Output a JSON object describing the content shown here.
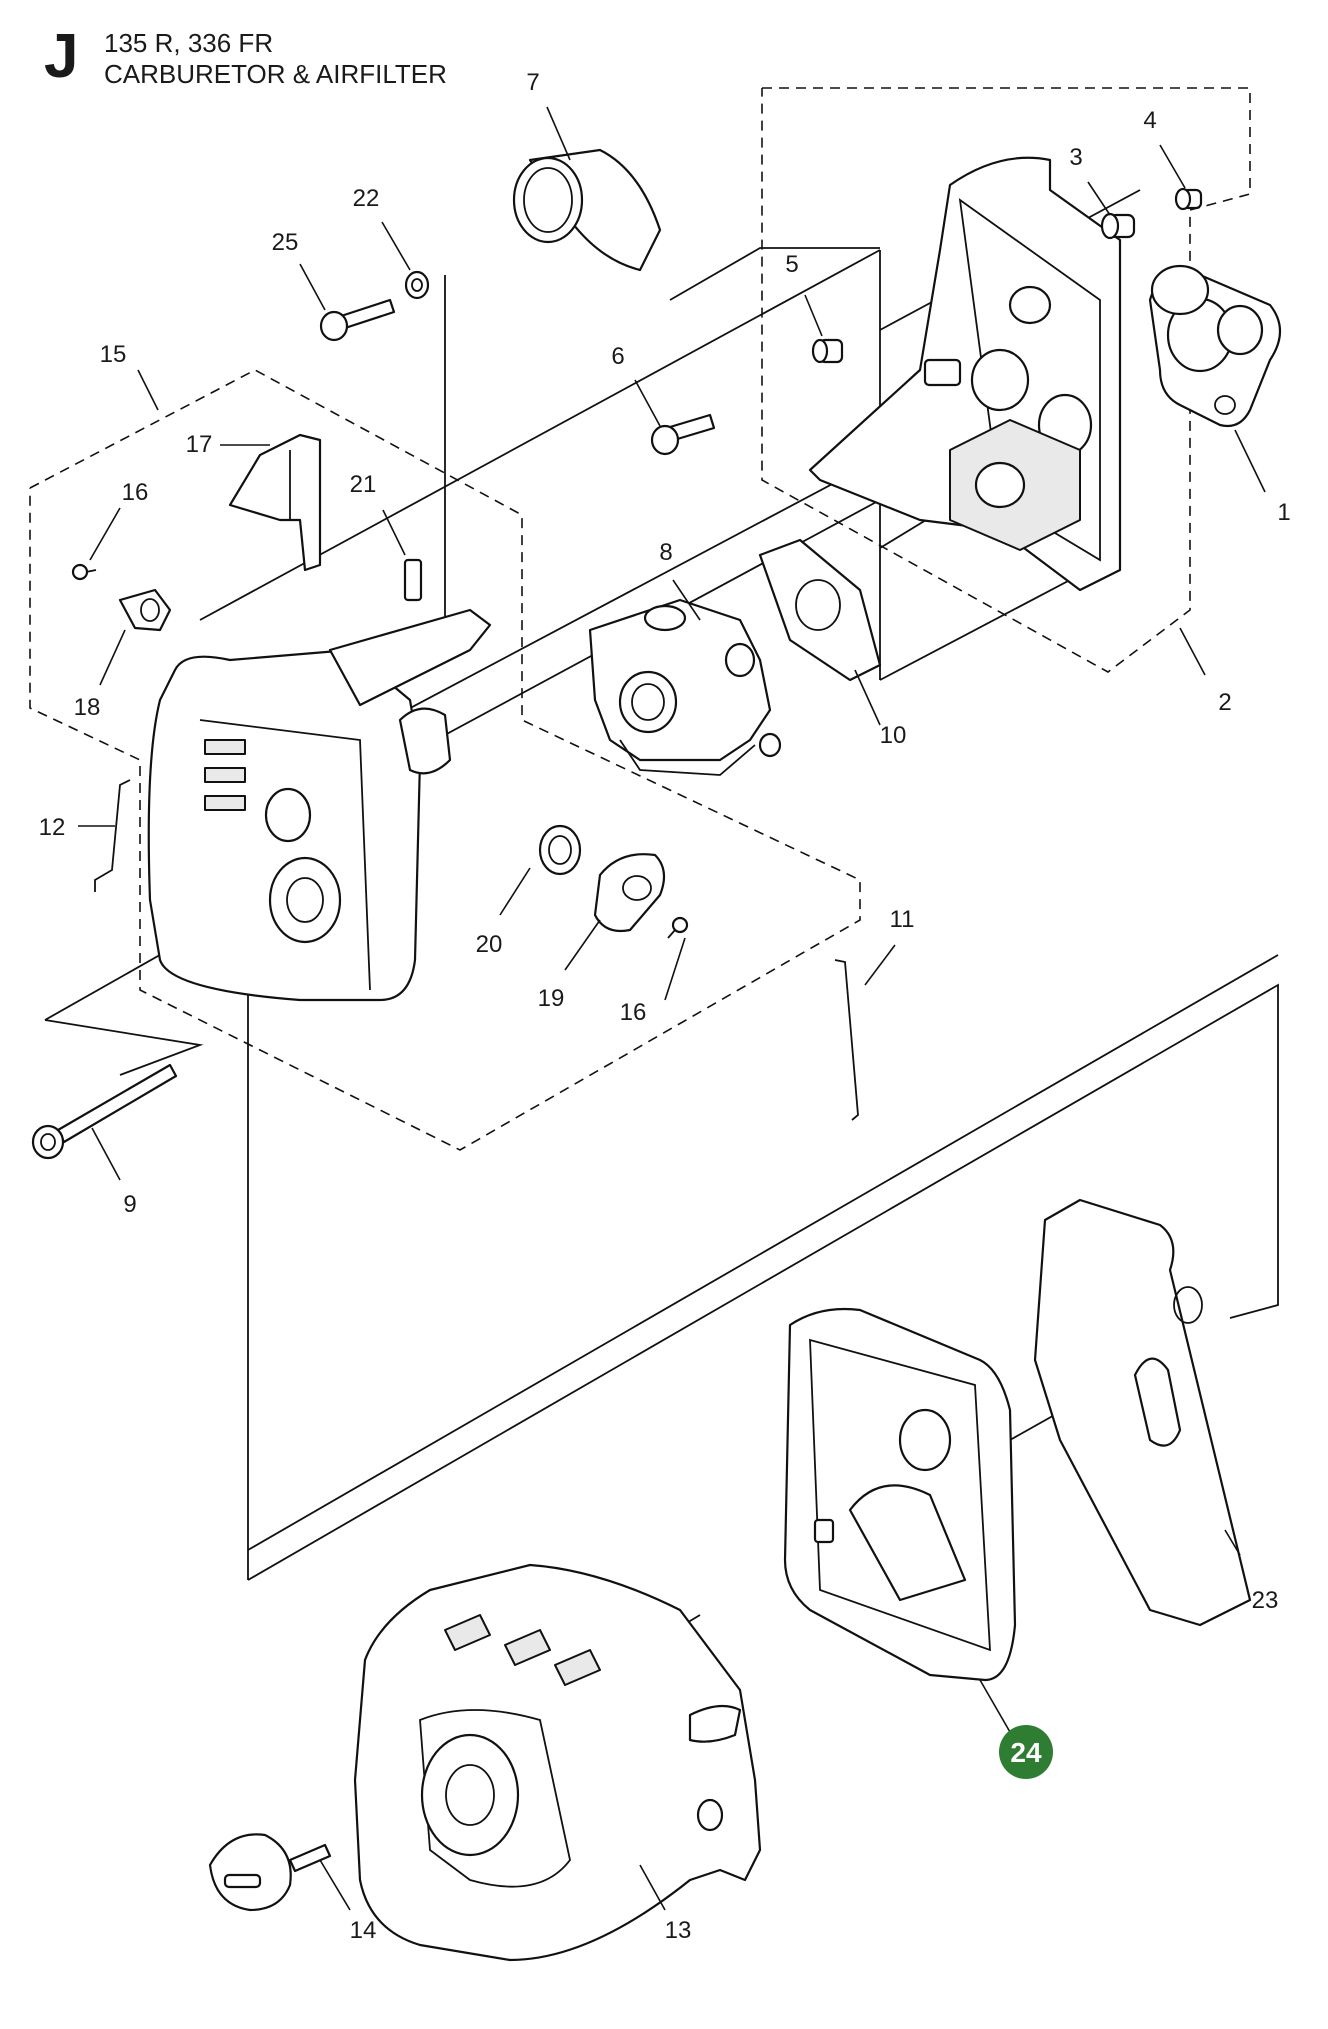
{
  "header": {
    "section_letter": "J",
    "models": "135 R, 336 FR",
    "title": "CARBURETOR & AIRFILTER"
  },
  "callouts": [
    {
      "label": "1"
    },
    {
      "label": "2"
    },
    {
      "label": "3"
    },
    {
      "label": "4"
    },
    {
      "label": "5"
    },
    {
      "label": "6"
    },
    {
      "label": "7"
    },
    {
      "label": "8"
    },
    {
      "label": "9"
    },
    {
      "label": "10"
    },
    {
      "label": "11"
    },
    {
      "label": "12"
    },
    {
      "label": "13"
    },
    {
      "label": "14"
    },
    {
      "label": "15"
    },
    {
      "label": "16"
    },
    {
      "label": "16"
    },
    {
      "label": "17"
    },
    {
      "label": "18"
    },
    {
      "label": "19"
    },
    {
      "label": "20"
    },
    {
      "label": "21"
    },
    {
      "label": "22"
    },
    {
      "label": "23"
    },
    {
      "label": "24",
      "highlighted": true
    },
    {
      "label": "25"
    }
  ],
  "highlight_color": "#2e7d32"
}
